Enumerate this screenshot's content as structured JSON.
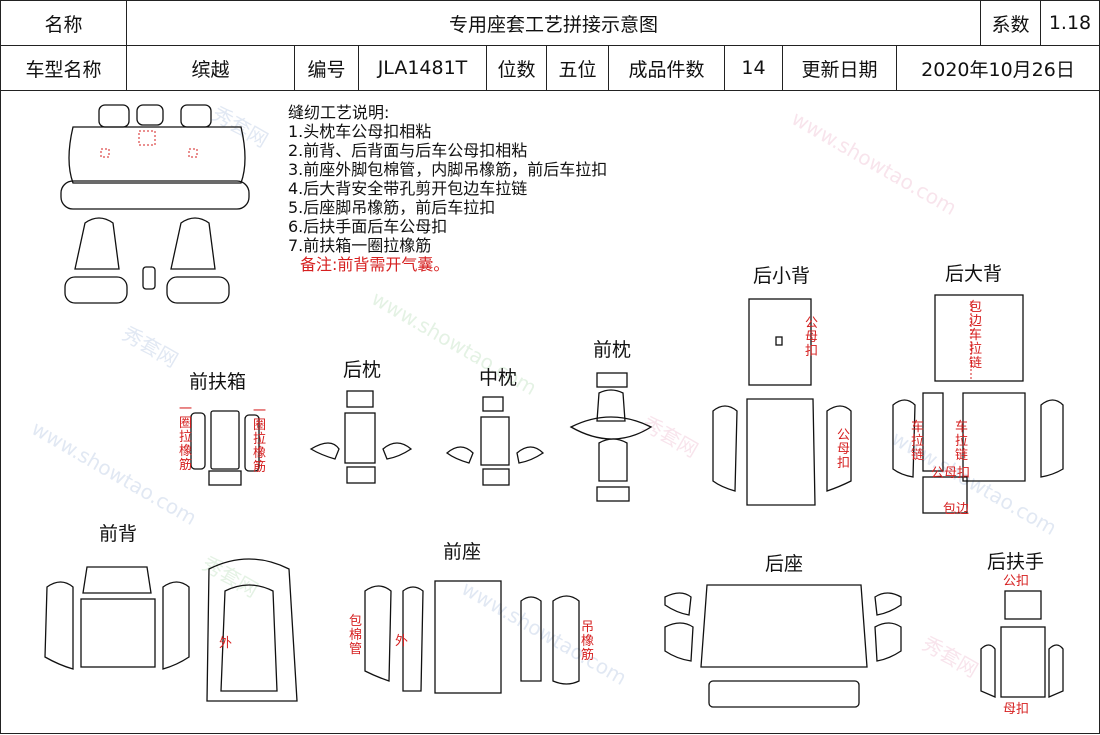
{
  "header": {
    "name_label": "名称",
    "title": "专用座套工艺拼接示意图",
    "coef_label": "系数",
    "coef_value": "1.18"
  },
  "info": {
    "model_label": "车型名称",
    "model_value": "缤越",
    "code_label": "编号",
    "code_value": "JLA1481T",
    "seats_label": "位数",
    "seats_value": "五位",
    "pieces_label": "成品件数",
    "pieces_value": "14",
    "date_label": "更新日期",
    "date_value": "2020年10月26日"
  },
  "notes": {
    "heading": "缝纫工艺说明:",
    "items": [
      "1.头枕车公母扣相粘",
      "2.前背、后背面与后车公母扣相粘",
      "3.前座外脚包棉管，内脚吊橡筋，前后车拉扣",
      "4.后大背安全带孔剪开包边车拉链",
      "5.后座脚吊橡筋，前后车拉扣",
      "6.后扶手面后车公母扣",
      "7.前扶箱一圈拉橡筋"
    ],
    "remark": "备注:前背需开气囊。"
  },
  "parts": {
    "front_armbox": "前扶箱",
    "rear_headrest": "后枕",
    "middle_headrest": "中枕",
    "front_headrest": "前枕",
    "rear_small_back": "后小背",
    "rear_big_back": "后大背",
    "front_back": "前背",
    "front_seat": "前座",
    "rear_seat": "后座",
    "rear_armrest": "后扶手"
  },
  "annotations": {
    "snap": "公母扣",
    "zipper": "车拉链",
    "elastic_ring": "一圈拉橡筋",
    "outer": "外",
    "foam_tube": "包棉管",
    "hang_elastic": "吊橡筋",
    "pull_zipper": "车拉链",
    "buckle": "公母扣",
    "edge": "包边",
    "wrap_zipper": "包边车拉链",
    "male_snap": "公扣",
    "female_snap": "母扣"
  },
  "watermark": {
    "text1": "秀套网",
    "text2": "www.showtao.com"
  }
}
